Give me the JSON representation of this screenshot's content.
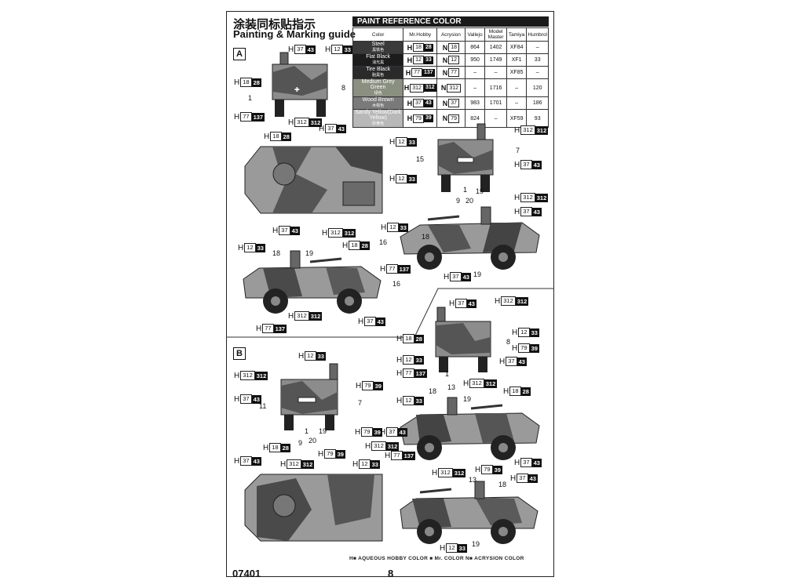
{
  "title_cn": "涂装同标贴指示",
  "title_en": "Painting & Marking guide",
  "sections": {
    "a": "A",
    "b": "B"
  },
  "reference": {
    "header": "PAINT REFERENCE COLOR",
    "columns": [
      "Color",
      "Mr.Hobby",
      "Acrysion",
      "Vallejo",
      "Model Master",
      "Tamiya",
      "Humbrol"
    ],
    "rows": [
      {
        "name": "Steel",
        "cn": "黑铁色",
        "swatch": "#3a3a3a",
        "hobby_num": "18",
        "hobby_gloss": "28",
        "acrysion": "18",
        "vallejo": "864",
        "mm": "1402",
        "tamiya": "XF84",
        "humbrol": "–"
      },
      {
        "name": "Flat Black",
        "cn": "消光黑",
        "swatch": "#1c1c1c",
        "hobby_num": "12",
        "hobby_gloss": "33",
        "acrysion": "12",
        "vallejo": "950",
        "mm": "1749",
        "tamiya": "XF1",
        "humbrol": "33"
      },
      {
        "name": "Tire Black",
        "cn": "胎黑色",
        "swatch": "#2a2a2a",
        "hobby_num": "77",
        "hobby_gloss": "137",
        "acrysion": "77",
        "vallejo": "–",
        "mm": "–",
        "tamiya": "XF85",
        "humbrol": "–"
      },
      {
        "name": "Medium Grey Green",
        "cn": "绿色",
        "swatch": "#8a9080",
        "hobby_num": "312",
        "hobby_gloss": "312",
        "acrysion": "312",
        "vallejo": "–",
        "mm": "1716",
        "tamiya": "–",
        "humbrol": "120"
      },
      {
        "name": "Wood Brown",
        "cn": "木棕色",
        "swatch": "#7a7a7a",
        "hobby_num": "37",
        "hobby_gloss": "43",
        "acrysion": "37",
        "vallejo": "983",
        "mm": "1701",
        "tamiya": "–",
        "humbrol": "186"
      },
      {
        "name": "Sandy Yellow(Dark Yellow)",
        "cn": "砂黄色",
        "swatch": "#b8b8b8",
        "hobby_num": "79",
        "hobby_gloss": "39",
        "acrysion": "79",
        "vallejo": "824",
        "mm": "–",
        "tamiya": "XF59",
        "humbrol": "93"
      }
    ]
  },
  "callouts": {
    "c18_28": [
      "H",
      "18",
      "28"
    ],
    "c12_33": [
      "H",
      "12",
      "33"
    ],
    "c37_43": [
      "H",
      "37",
      "43"
    ],
    "c77_137": [
      "H",
      "77",
      "137"
    ],
    "c312_312": [
      "H",
      "312",
      "312"
    ],
    "c79_39": [
      "H",
      "79",
      "39"
    ]
  },
  "numbers": {
    "n1": "1",
    "n7": "7",
    "n8": "8",
    "n9": "9",
    "n11": "11",
    "n13": "13",
    "n15": "15",
    "n16": "16",
    "n18": "18",
    "n19": "19",
    "n20": "20"
  },
  "footer": {
    "legend": "H■ AQUEOUS HOBBY COLOR    ■ Mr. COLOR    N■ ACRYSION COLOR",
    "code": "07401",
    "page": "8"
  }
}
